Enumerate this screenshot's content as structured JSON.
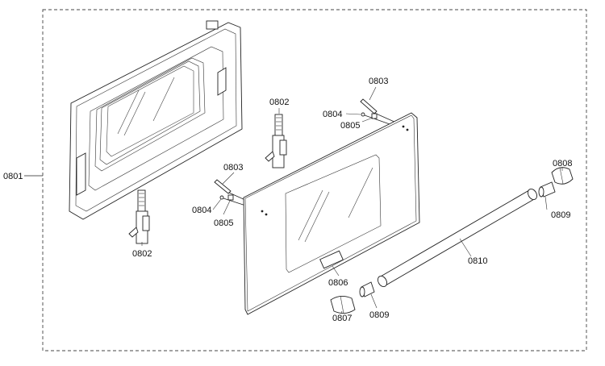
{
  "labels": {
    "assembly": "0801",
    "hinge_left": "0802",
    "hinge_right": "0802",
    "hinge_pin_right": "0803",
    "screw_right": "0804",
    "bush_right": "0805",
    "hinge_pin_left": "0803",
    "screw_left": "0804",
    "bush_left": "0805",
    "outer_door": "0806",
    "end_cap_left": "0807",
    "end_cap_right": "0808",
    "handle_mount_right": "0809",
    "handle_mount_left": "0809",
    "handle_bar": "0810"
  }
}
